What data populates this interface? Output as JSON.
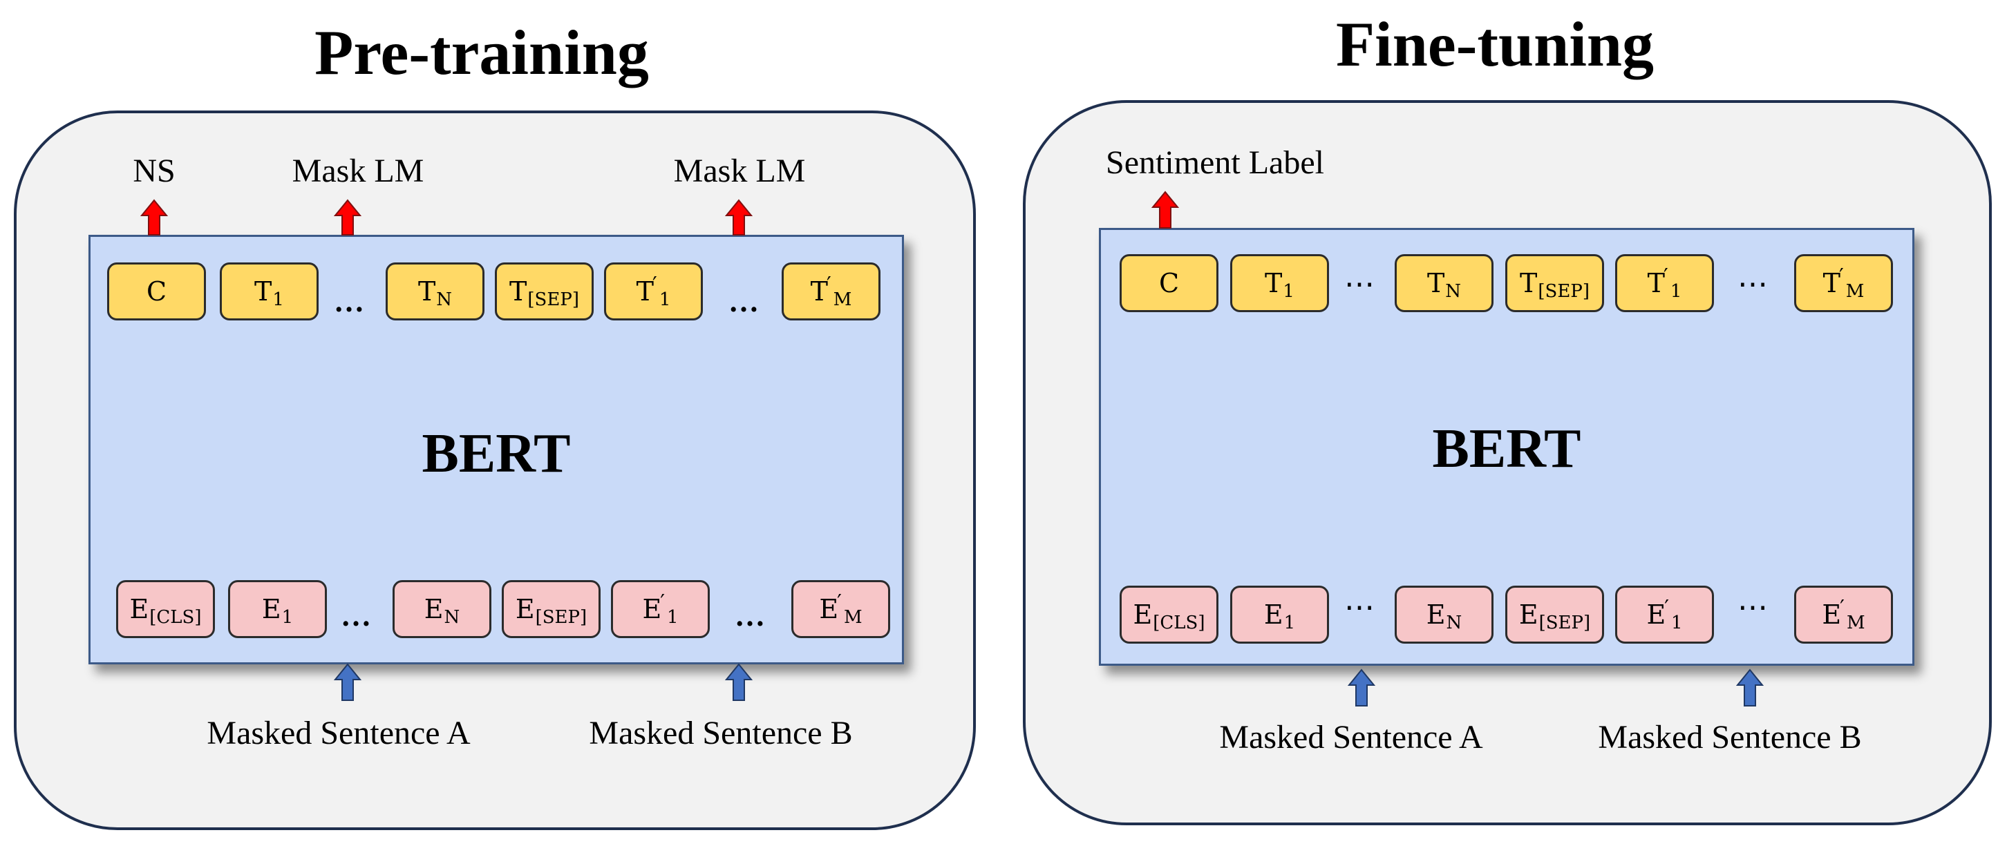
{
  "panels": [
    {
      "title": "Pre-training",
      "model": "BERT",
      "output_labels": [
        "NS",
        "Mask LM",
        "Mask LM"
      ],
      "input_labels": [
        "Masked Sentence A",
        "Masked Sentence B"
      ],
      "output_tokens": [
        {
          "base": "C",
          "sub": "",
          "prime": false
        },
        {
          "base": "T",
          "sub": "1",
          "prime": false
        },
        {
          "base": "T",
          "sub": "N",
          "prime": false
        },
        {
          "base": "T",
          "sub": "[SEP]",
          "prime": false
        },
        {
          "base": "T",
          "sub": "1",
          "prime": true
        },
        {
          "base": "T",
          "sub": "M",
          "prime": true
        }
      ],
      "input_tokens": [
        {
          "base": "E",
          "sub": "[CLS]",
          "prime": false
        },
        {
          "base": "E",
          "sub": "1",
          "prime": false
        },
        {
          "base": "E",
          "sub": "N",
          "prime": false
        },
        {
          "base": "E",
          "sub": "[SEP]",
          "prime": false
        },
        {
          "base": "E",
          "sub": "1",
          "prime": true
        },
        {
          "base": "E",
          "sub": "M",
          "prime": true
        }
      ],
      "ellipsis": "…"
    },
    {
      "title": "Fine-tuning",
      "model": "BERT",
      "output_labels": [
        "Sentiment Label"
      ],
      "input_labels": [
        "Masked Sentence A",
        "Masked Sentence B"
      ],
      "output_tokens": [
        {
          "base": "C",
          "sub": "",
          "prime": false
        },
        {
          "base": "T",
          "sub": "1",
          "prime": false
        },
        {
          "base": "T",
          "sub": "N",
          "prime": false
        },
        {
          "base": "T",
          "sub": "[SEP]",
          "prime": false
        },
        {
          "base": "T",
          "sub": "1",
          "prime": true
        },
        {
          "base": "T",
          "sub": "M",
          "prime": true
        }
      ],
      "input_tokens": [
        {
          "base": "E",
          "sub": "[CLS]",
          "prime": false
        },
        {
          "base": "E",
          "sub": "1",
          "prime": false
        },
        {
          "base": "E",
          "sub": "N",
          "prime": false
        },
        {
          "base": "E",
          "sub": "[SEP]",
          "prime": false
        },
        {
          "base": "E",
          "sub": "1",
          "prime": true
        },
        {
          "base": "E",
          "sub": "M",
          "prime": true
        }
      ],
      "ellipsis": "⋯"
    }
  ],
  "colors": {
    "output_token": "#ffd966",
    "input_token": "#f7c6c8",
    "bert_block": "#c9daf8",
    "panel_bg": "#f2f2f2",
    "output_arrow": "#ff0000",
    "input_arrow": "#4472c4"
  }
}
